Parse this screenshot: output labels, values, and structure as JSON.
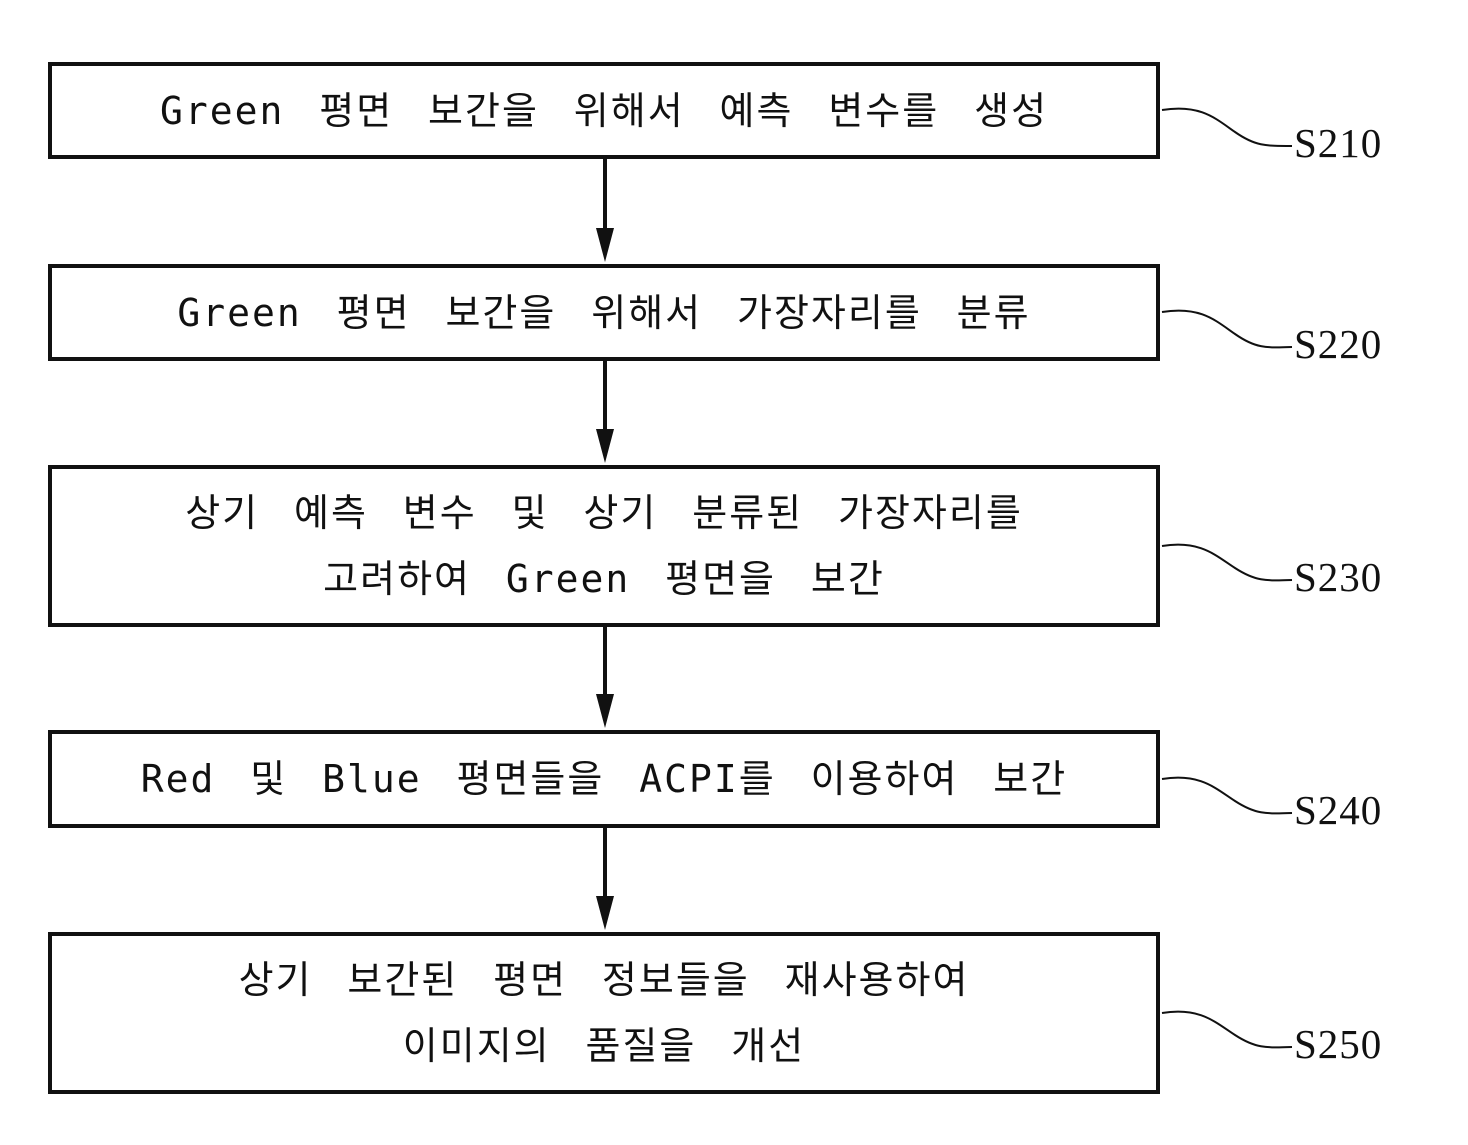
{
  "steps": [
    {
      "id": "S210",
      "label": "S210",
      "lines": [
        "Green 평면 보간을 위해서 예측 변수를 생성"
      ]
    },
    {
      "id": "S220",
      "label": "S220",
      "lines": [
        "Green 평면 보간을 위해서 가장자리를 분류"
      ]
    },
    {
      "id": "S230",
      "label": "S230",
      "lines": [
        "상기 예측 변수 및 상기 분류된 가장자리를",
        "고려하여 Green 평면을 보간"
      ]
    },
    {
      "id": "S240",
      "label": "S240",
      "lines": [
        "Red 및 Blue 평면들을 ACPI를 이용하여 보간"
      ]
    },
    {
      "id": "S250",
      "label": "S250",
      "lines": [
        "상기 보간된 평면 정보들을 재사용하여",
        "이미지의 품질을 개선"
      ]
    }
  ],
  "colors": {
    "stroke": "#111111",
    "background": "#ffffff"
  }
}
